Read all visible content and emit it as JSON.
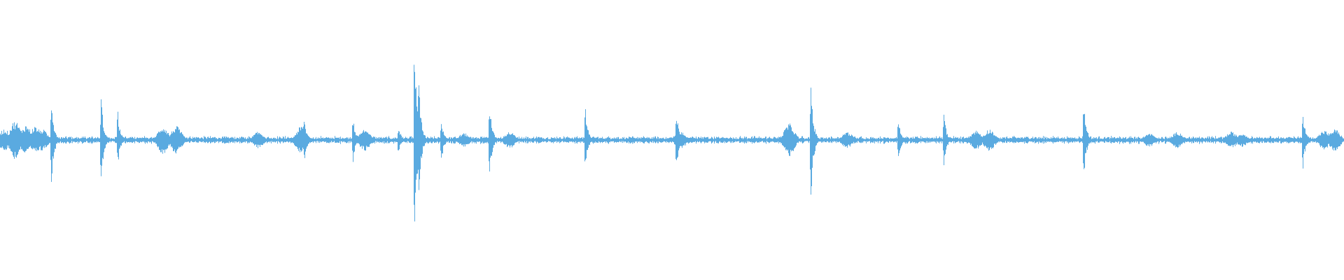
{
  "waveform": {
    "color": "#5aaae0",
    "background": "#ffffff",
    "peak_amplitude": 1.0,
    "transients": [
      {
        "t": 0.038,
        "amp": 0.36
      },
      {
        "t": 0.075,
        "amp": 0.33
      },
      {
        "t": 0.087,
        "amp": 0.27
      },
      {
        "t": 0.226,
        "amp": 0.18
      },
      {
        "t": 0.262,
        "amp": 0.22
      },
      {
        "t": 0.296,
        "amp": 0.13
      },
      {
        "t": 0.308,
        "amp": 1.0
      },
      {
        "t": 0.311,
        "amp": 0.55
      },
      {
        "t": 0.328,
        "amp": 0.19
      },
      {
        "t": 0.364,
        "amp": 0.3
      },
      {
        "t": 0.435,
        "amp": 0.28
      },
      {
        "t": 0.503,
        "amp": 0.24
      },
      {
        "t": 0.603,
        "amp": 0.48
      },
      {
        "t": 0.668,
        "amp": 0.18
      },
      {
        "t": 0.702,
        "amp": 0.22
      },
      {
        "t": 0.806,
        "amp": 0.34
      },
      {
        "t": 0.969,
        "amp": 0.24
      }
    ],
    "bursts": [
      {
        "t": 0.003,
        "amp": 0.08
      },
      {
        "t": 0.011,
        "amp": 0.14
      },
      {
        "t": 0.019,
        "amp": 0.11
      },
      {
        "t": 0.026,
        "amp": 0.1
      },
      {
        "t": 0.031,
        "amp": 0.08
      },
      {
        "t": 0.121,
        "amp": 0.1
      },
      {
        "t": 0.131,
        "amp": 0.1
      },
      {
        "t": 0.192,
        "amp": 0.06
      },
      {
        "t": 0.224,
        "amp": 0.1
      },
      {
        "t": 0.271,
        "amp": 0.08
      },
      {
        "t": 0.345,
        "amp": 0.05
      },
      {
        "t": 0.379,
        "amp": 0.06
      },
      {
        "t": 0.506,
        "amp": 0.07
      },
      {
        "t": 0.587,
        "amp": 0.12
      },
      {
        "t": 0.63,
        "amp": 0.06
      },
      {
        "t": 0.726,
        "amp": 0.07
      },
      {
        "t": 0.736,
        "amp": 0.08
      },
      {
        "t": 0.855,
        "amp": 0.05
      },
      {
        "t": 0.876,
        "amp": 0.06
      },
      {
        "t": 0.916,
        "amp": 0.06
      },
      {
        "t": 0.924,
        "amp": 0.05
      },
      {
        "t": 0.985,
        "amp": 0.07
      },
      {
        "t": 0.993,
        "amp": 0.08
      }
    ],
    "noise_floor": 0.02
  }
}
